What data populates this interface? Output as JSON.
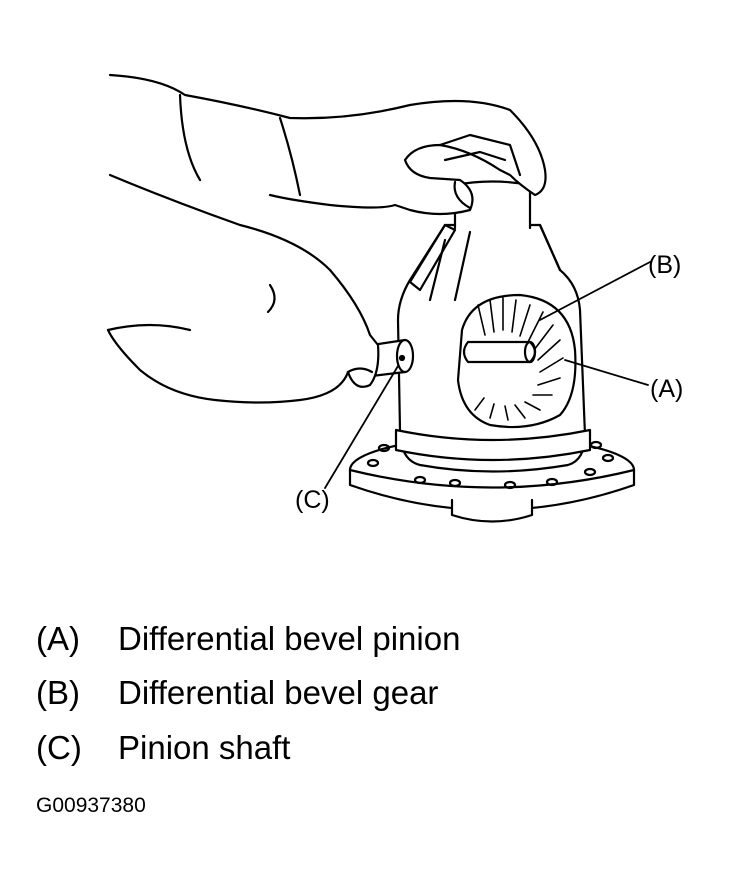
{
  "callouts": {
    "a": "(A)",
    "b": "(B)",
    "c": "(C)"
  },
  "legend": [
    {
      "code": "(A)",
      "text": "Differential bevel pinion"
    },
    {
      "code": "(B)",
      "text": "Differential bevel gear"
    },
    {
      "code": "(C)",
      "text": "Pinion shaft"
    }
  ],
  "figure_id": "G00937380",
  "colors": {
    "ink": "#000000",
    "paper": "#ffffff"
  }
}
